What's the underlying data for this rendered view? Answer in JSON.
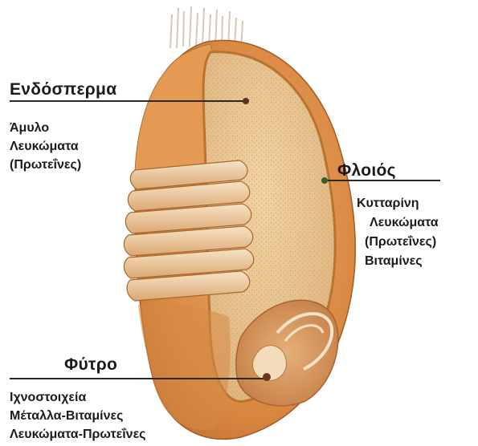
{
  "labels": {
    "endosperm": {
      "title": "Ενδόσπερμα",
      "items": [
        "Άμυλο",
        "Λευκώματα",
        "(Πρωτεΐνες)"
      ]
    },
    "husk": {
      "title": "Φλοιός",
      "items": [
        "Κυτταρίνη",
        "Λευκώματα",
        "(Πρωτεΐνες)",
        "Βιταμίνες"
      ]
    },
    "germ": {
      "title": "Φύτρο",
      "items": [
        "Ιχνοστοιχεία",
        "Μέταλλα-Βιταμίνες",
        "Λευκώματα-Πρωτεΐνες"
      ]
    }
  },
  "colors": {
    "husk_outer": "#d9853f",
    "husk_inner": "#e8a55e",
    "endosperm": "#e9c48e",
    "layers": "#f2d6b0",
    "germ": "#d4955a",
    "pointer": "#2a2a2a"
  }
}
